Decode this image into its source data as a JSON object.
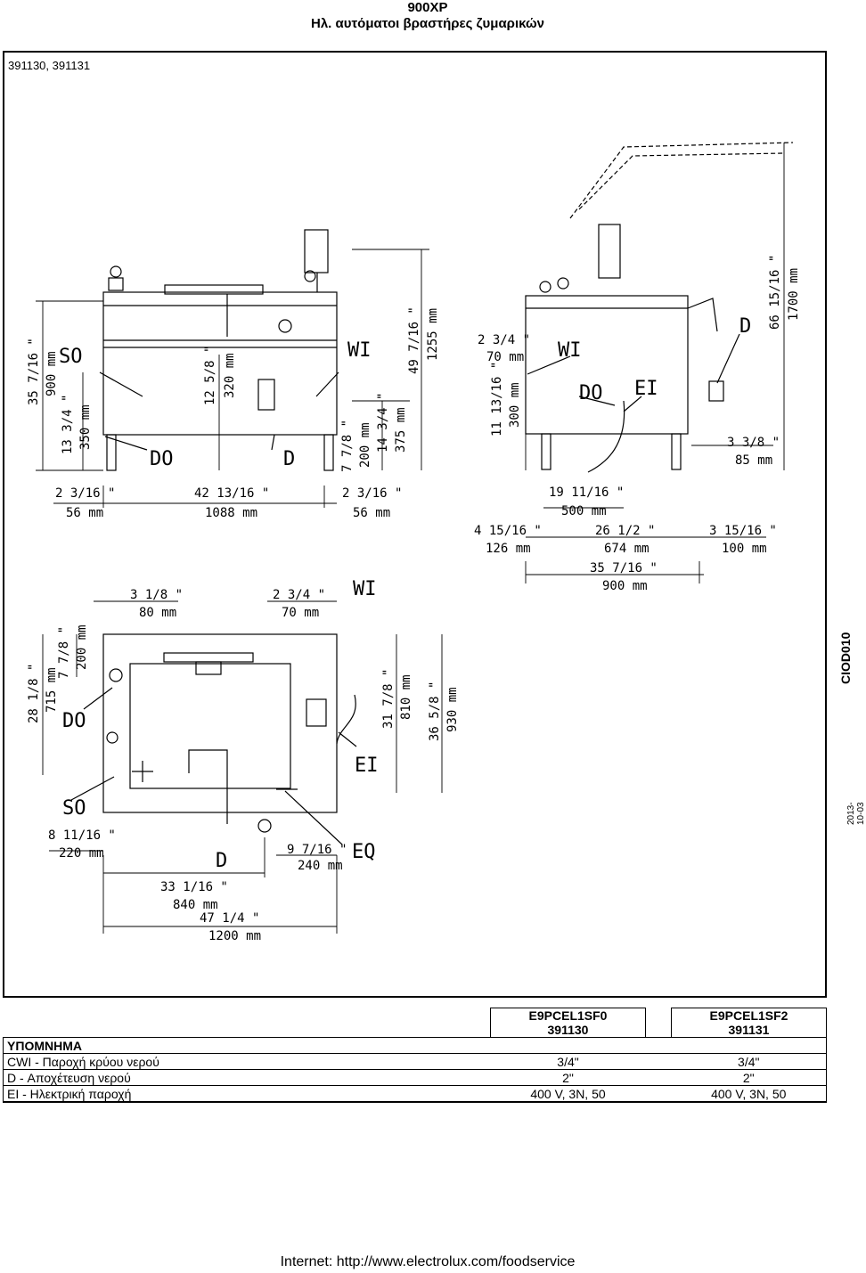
{
  "header": {
    "line1": "900XP",
    "line2": "Ηλ. αυτόματοι βραστήρες ζυμαρικών"
  },
  "models_line": "391130, 391131",
  "side": {
    "code": "CIOD010",
    "date": "2013-10-03"
  },
  "drawing": {
    "front": {
      "labels": [
        "SO",
        "DO",
        "D",
        "WI"
      ],
      "dims": [
        "35 7/16 \"",
        "900 mm",
        "13 3/4 \"",
        "350 mm",
        "12 5/8 \"",
        "320 mm",
        "7 7/8 \"",
        "200 mm",
        "14 3/4 \"",
        "375 mm",
        "49 7/16 \"",
        "1255 mm",
        "2 3/16 \"",
        "56 mm",
        "42 13/16 \"",
        "1088 mm",
        "2 3/16 \"",
        "56 mm"
      ]
    },
    "side_view": {
      "labels": [
        "WI",
        "DO",
        "EI",
        "D"
      ],
      "dims": [
        "2 3/4 \"",
        "70 mm",
        "11 13/16 \"",
        "300 mm",
        "66 15/16 \"",
        "1700 mm",
        "3 3/8 \"",
        "85 mm",
        "19 11/16 \"",
        "500 mm",
        "4 15/16 \"",
        "126 mm",
        "26 1/2 \"",
        "674 mm",
        "3 15/16 \"",
        "100 mm",
        "35 7/16 \"",
        "900 mm"
      ]
    },
    "top_view": {
      "labels": [
        "WI",
        "DO",
        "SO",
        "EI",
        "D",
        "EQ"
      ],
      "dims": [
        "3 1/8 \"",
        "80 mm",
        "2 3/4 \"",
        "70 mm",
        "28 1/8 \"",
        "715 mm",
        "7 7/8 \"",
        "200 mm",
        "31 7/8 \"",
        "810 mm",
        "36 5/8 \"",
        "930 mm",
        "8 11/16 \"",
        "220 mm",
        "9 7/16 \"",
        "240 mm",
        "33 1/16 \"",
        "840 mm",
        "47 1/4 \"",
        "1200 mm"
      ]
    }
  },
  "legend": {
    "title": "ΥΠΟΜΝΗΜΑ",
    "columns": [
      {
        "model": "E9PCEL1SF0",
        "code": "391130"
      },
      {
        "model": "E9PCEL1SF2",
        "code": "391131"
      }
    ],
    "rows": [
      {
        "label": "CWI - Παροχή κρύου νερού",
        "values": [
          "3/4\"",
          "3/4\""
        ]
      },
      {
        "label": "D - Αποχέτευση νερού",
        "values": [
          "2\"",
          "2\""
        ]
      },
      {
        "label": "EI - Ηλεκτρική παροχή",
        "values": [
          "400 V, 3N, 50",
          "400 V, 3N, 50"
        ]
      }
    ]
  },
  "footer": "Internet: http://www.electrolux.com/foodservice"
}
